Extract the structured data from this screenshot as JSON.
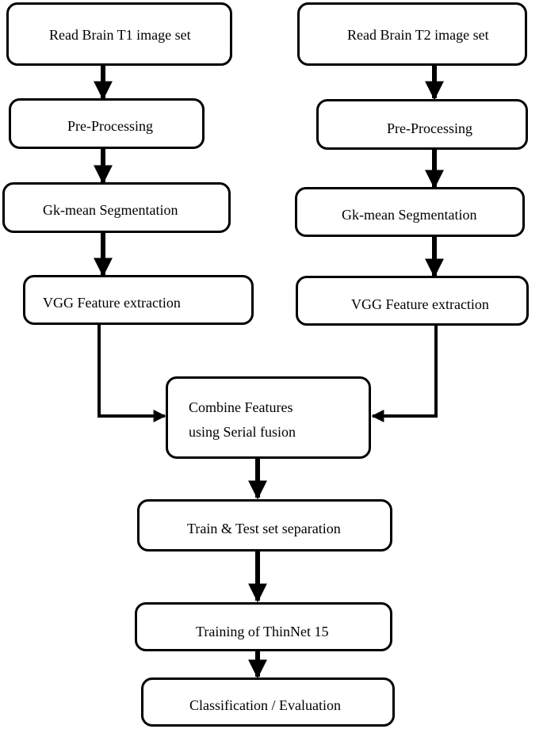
{
  "diagram": {
    "left_branch": {
      "read": "Read Brain T1 image set",
      "preprocess": "Pre-Processing",
      "segment": "Gk-mean Segmentation",
      "features": "VGG Feature extraction"
    },
    "right_branch": {
      "read": "Read Brain T2 image set",
      "preprocess": "Pre-Processing",
      "segment": "Gk-mean Segmentation",
      "features": "VGG Feature extraction"
    },
    "combine": {
      "line1": "Combine Features",
      "line2": "using Serial fusion"
    },
    "split": "Train & Test set separation",
    "train": "Training of ThinNet 15",
    "evaluate": "Classification / Evaluation"
  },
  "colors": {
    "stroke": "#000000",
    "background": "#ffffff"
  }
}
